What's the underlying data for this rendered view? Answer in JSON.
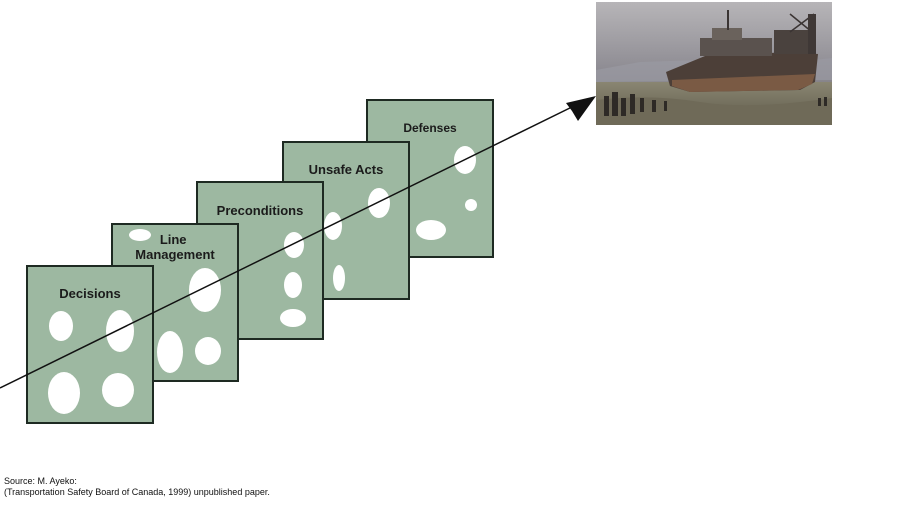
{
  "diagram": {
    "layers": [
      {
        "id": "decisions",
        "label_lines": [
          "Decisions"
        ]
      },
      {
        "id": "line-management",
        "label_lines": [
          "Line",
          "Management"
        ]
      },
      {
        "id": "preconditions",
        "label_lines": [
          "Preconditions"
        ]
      },
      {
        "id": "unsafe-acts",
        "label_lines": [
          "Unsafe Acts"
        ]
      },
      {
        "id": "defenses",
        "label_lines": [
          "Defenses"
        ]
      }
    ],
    "colors": {
      "layer_fill": "#9db8a1",
      "layer_stroke": "#1e2a22",
      "hole_fill": "#ffffff",
      "arrow": "#111111"
    },
    "outcome_image": "shipwreck-photo"
  },
  "source": {
    "line1": "Source: M. Ayeko:",
    "line2": "(Transportation Safety Board of Canada, 1999)  unpublished paper."
  }
}
